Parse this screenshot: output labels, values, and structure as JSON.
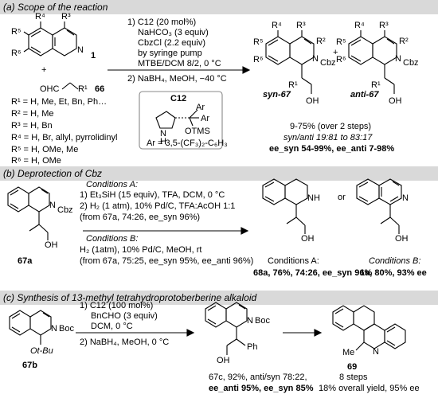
{
  "sectionA": {
    "header": "(a) Scope of the reaction",
    "substrate": {
      "labelR4": "R⁴",
      "labelR3": "R³",
      "labelR5": "R⁵",
      "labelR6": "R⁶",
      "labelN": "N",
      "compound": "1",
      "plus": "+",
      "aldehyde": "OHC",
      "aldR1": "R¹",
      "aldCompound": "66"
    },
    "rgroups": [
      "R¹ = H, Me, Et, Bn, Ph…",
      "R² = H, Me",
      "R³ = H, Bn",
      "R⁴ = H, Br, allyl, pyrrolidinyl",
      "R⁵ = H, OMe, Me",
      "R⁶ = H, OMe"
    ],
    "conditions": [
      "1) C12 (20 mol%)",
      "NaHCO₃ (3 equiv)",
      "CbzCl (2.2 equiv)",
      "by syringe pump",
      "MTBE/DCM 8/2, 0 °C",
      "2) NaBH₄, MeOH, −40 °C"
    ],
    "catalyst": {
      "title": "C12",
      "ar1": "Ar",
      "ar2": "Ar",
      "otms": "OTMS",
      "nh": "H",
      "n": "N",
      "arDef": "Ar = 3,5-(CF₃)₂-C₆H₃"
    },
    "products": {
      "syn": "syn-67",
      "anti": "anti-67",
      "plus": "+",
      "cbz": "Cbz",
      "oh": "OH",
      "r1": "R¹",
      "r2": "R²",
      "r3": "R³",
      "r4": "R⁴",
      "r5": "R⁵",
      "r6": "R⁶",
      "n": "N"
    },
    "results": [
      "9-75% (over 2 steps)",
      "syn/anti 19:81 to 83:17",
      "ee_syn 54-99%, ee_anti 7-98%"
    ]
  },
  "sectionB": {
    "header": "(b) Deprotection of Cbz",
    "startLabel": "67a",
    "startN": "N",
    "startCbz": "Cbz",
    "startOH": "OH",
    "conditionsA_title": "Conditions A:",
    "conditionsA": [
      "1) Et₃SiH (15 equiv), TFA, DCM, 0 °C",
      "2) H₂ (1 atm), 10% Pd/C, TFA:AcOH 1:1",
      "(from 67a, 74:26, ee_syn 96%)"
    ],
    "conditionsB_title": "Conditions B:",
    "conditionsB": [
      "H₂ (1atm), 10% Pd/C, MeOH, rt",
      "(from 67a, 75:25, ee_syn 95%, ee_anti 96%)"
    ],
    "or": "or",
    "productA_caption1": "Conditions A:",
    "productA_caption2": "68a, 76%, 74:26, ee_syn 96%",
    "productB_caption1": "Conditions B:",
    "productB_caption2": "1a, 80%, 93% ee",
    "nh": "NH",
    "n": "N",
    "oh1": "OH",
    "oh2": "OH"
  },
  "sectionC": {
    "header": "(c) Synthesis of 13-methyl tetrahydroprotoberberine alkaloid",
    "startLabel": "67b",
    "startN": "N",
    "startBoc": "Boc",
    "startOtBu": "Ot-Bu",
    "conditions": [
      "1) C12 (100 mol%)",
      "BnCHO (3 equiv)",
      "DCM, 0 °C",
      "2) NaBH₄, MeOH, 0 °C"
    ],
    "midN": "N",
    "midBoc": "Boc",
    "midOH": "OH",
    "midPh": "Ph",
    "midCaption1": "67c, 92%, anti/syn 78:22,",
    "midCaption2": "ee_anti 95%, ee_syn 85%",
    "finalLabel": "69",
    "finalN": "N",
    "finalMe": "Me",
    "finalSteps": "8 steps",
    "finalYield": "18% overall yield, 95% ee"
  }
}
